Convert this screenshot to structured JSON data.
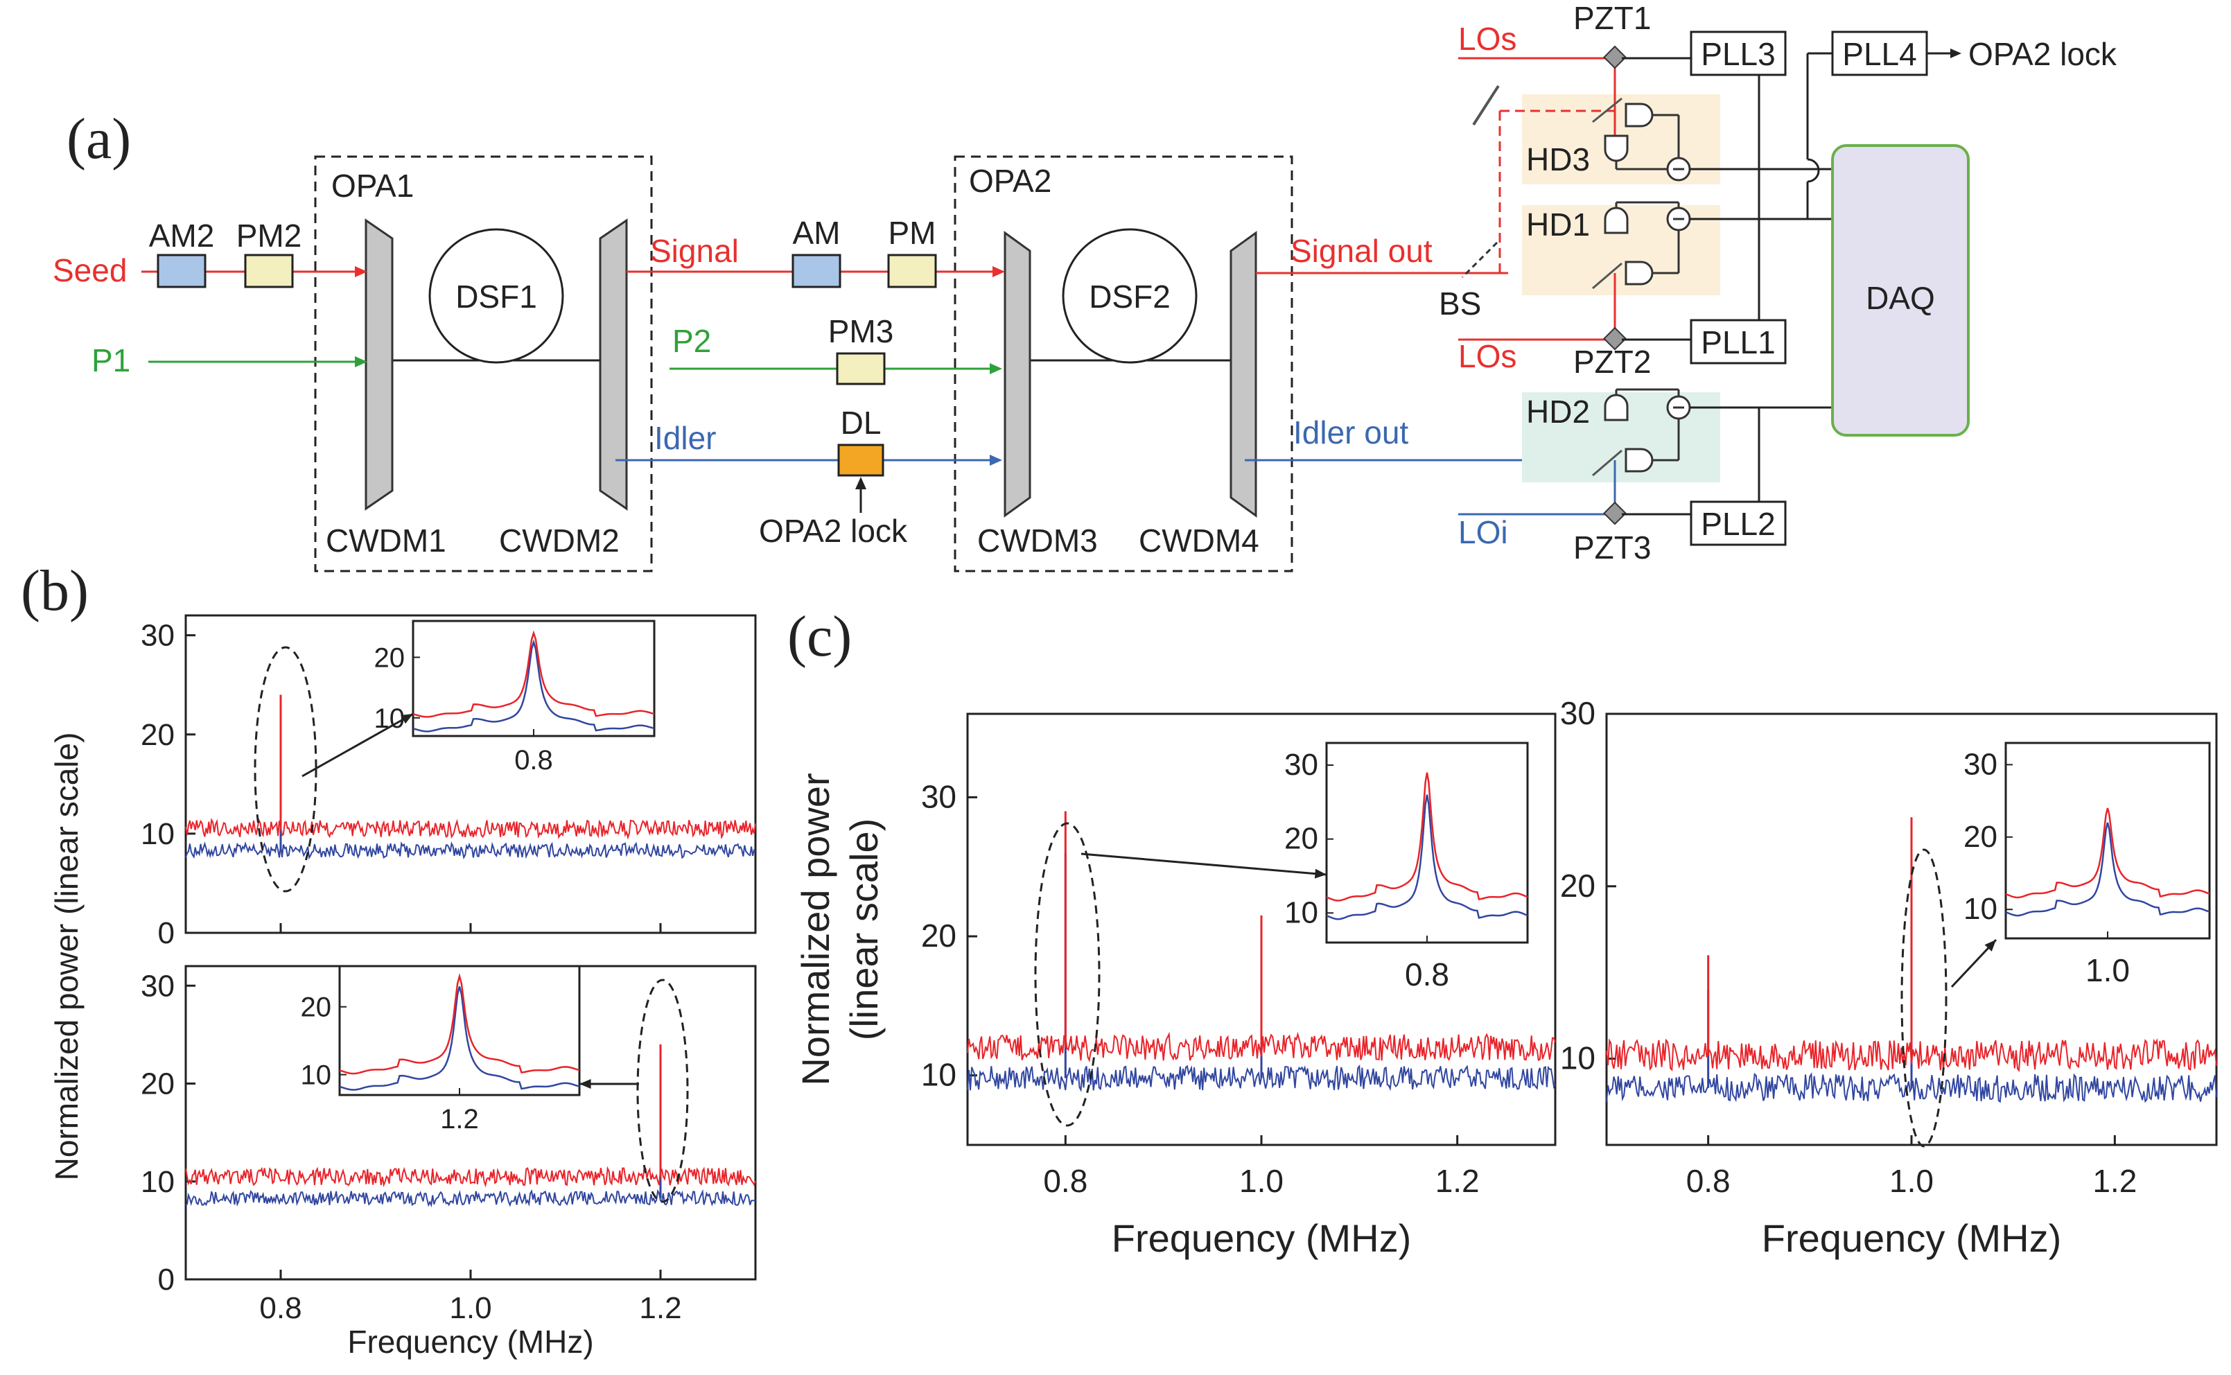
{
  "panels": {
    "a": "(a)",
    "b": "(b)",
    "c": "(c)"
  },
  "colors": {
    "red": "#e8302e",
    "green": "#2ea23a",
    "blue": "#3b68b0",
    "trace_red": "#e8242a",
    "trace_blue": "#3146a0",
    "am_fill": "#a9c5e8",
    "pm_fill": "#f3efbe",
    "dl_fill": "#f2a623",
    "daq_fill": "#e3e0f0",
    "daq_border": "#6ab04c",
    "hd_warm": "#fbefd9",
    "hd_cool": "#dff0ea"
  },
  "diagram": {
    "seed": "Seed",
    "p1": "P1",
    "am2": "AM2",
    "pm2": "PM2",
    "opa1": "OPA1",
    "dsf1": "DSF1",
    "cwdm1": "CWDM1",
    "cwdm2": "CWDM2",
    "signal": "Signal",
    "p2": "P2",
    "idler": "Idler",
    "am": "AM",
    "pm": "PM",
    "pm3": "PM3",
    "dl": "DL",
    "opa2_lock_bottom": "OPA2 lock",
    "opa2": "OPA2",
    "dsf2": "DSF2",
    "cwdm3": "CWDM3",
    "cwdm4": "CWDM4",
    "signal_out": "Signal out",
    "idler_out": "Idler out",
    "los_top": "LOs",
    "los_mid": "LOs",
    "loi": "LOi",
    "pzt1": "PZT1",
    "pzt2": "PZT2",
    "pzt3": "PZT3",
    "pll1": "PLL1",
    "pll2": "PLL2",
    "pll3": "PLL3",
    "pll4": "PLL4",
    "opa2_lock_right": "OPA2 lock",
    "hd1": "HD1",
    "hd2": "HD2",
    "hd3": "HD3",
    "bs": "BS",
    "daq": "DAQ"
  },
  "chart_data": [
    {
      "id": "b-top",
      "type": "line",
      "xlim": [
        0.7,
        1.3
      ],
      "ylim": [
        0,
        32
      ],
      "xticks": [],
      "yticks": [
        "0",
        "10",
        "20",
        "30"
      ],
      "series": [
        {
          "color": "red",
          "baseline": 10.5,
          "noise": 0.55,
          "peaks": [
            {
              "x": 0.8,
              "y": 24
            }
          ]
        },
        {
          "color": "blue",
          "baseline": 8.3,
          "noise": 0.45,
          "peaks": [
            {
              "x": 0.8,
              "y": 22.5
            }
          ]
        }
      ],
      "inset": {
        "center": 0.8,
        "ticks": [
          "10",
          "20"
        ],
        "xtick": "0.8",
        "ylim": [
          7,
          26
        ],
        "red_peak": 24,
        "blue_peak": 22.5,
        "red_base": 11,
        "blue_base": 8.6
      }
    },
    {
      "id": "b-bottom",
      "type": "line",
      "xlim": [
        0.7,
        1.3
      ],
      "ylim": [
        0,
        32
      ],
      "xticks": [
        "0.8",
        "1.0",
        "1.2"
      ],
      "yticks": [
        "0",
        "10",
        "20",
        "30"
      ],
      "xlabel": "Frequency (MHz)",
      "series": [
        {
          "color": "red",
          "baseline": 10.5,
          "noise": 0.55,
          "peaks": [
            {
              "x": 1.2,
              "y": 24
            }
          ]
        },
        {
          "color": "blue",
          "baseline": 8.3,
          "noise": 0.45,
          "peaks": [
            {
              "x": 1.2,
              "y": 22.5
            }
          ]
        }
      ],
      "inset": {
        "center": 1.2,
        "ticks": [
          "10",
          "20"
        ],
        "xtick": "1.2",
        "ylim": [
          7,
          26
        ],
        "red_peak": 24.5,
        "blue_peak": 23,
        "red_base": 11,
        "blue_base": 8.6
      }
    },
    {
      "id": "c-left",
      "type": "line",
      "xlim": [
        0.7,
        1.3
      ],
      "ylim": [
        5,
        36
      ],
      "xticks": [
        "0.8",
        "1.0",
        "1.2"
      ],
      "yticks": [
        "10",
        "20",
        "30"
      ],
      "xlabel": "Frequency (MHz)",
      "ylabel": [
        "Normalized power",
        "(linear scale)"
      ],
      "series": [
        {
          "color": "red",
          "baseline": 12,
          "noise": 0.6,
          "peaks": [
            {
              "x": 0.8,
              "y": 29
            },
            {
              "x": 1.0,
              "y": 21.5
            }
          ]
        },
        {
          "color": "blue",
          "baseline": 9.8,
          "noise": 0.55,
          "peaks": [
            {
              "x": 0.8,
              "y": 26
            },
            {
              "x": 1.0,
              "y": 19.5
            }
          ]
        }
      ],
      "inset": {
        "center": 0.8,
        "ticks": [
          "10",
          "20",
          "30"
        ],
        "xtick": "0.8",
        "ylim": [
          6,
          33
        ],
        "red_peak": 29,
        "blue_peak": 26,
        "red_base": 12.5,
        "blue_base": 10
      }
    },
    {
      "id": "c-right",
      "type": "line",
      "xlim": [
        0.7,
        1.3
      ],
      "ylim": [
        5,
        30
      ],
      "xticks": [
        "0.8",
        "1.0",
        "1.2"
      ],
      "yticks": [
        "10",
        "20",
        "30"
      ],
      "xlabel": "Frequency (MHz)",
      "series": [
        {
          "color": "red",
          "baseline": 10.2,
          "noise": 0.55,
          "peaks": [
            {
              "x": 0.8,
              "y": 16
            },
            {
              "x": 1.0,
              "y": 24
            }
          ]
        },
        {
          "color": "blue",
          "baseline": 8.3,
          "noise": 0.5,
          "peaks": [
            {
              "x": 0.8,
              "y": 14
            },
            {
              "x": 1.0,
              "y": 22
            }
          ]
        }
      ],
      "inset": {
        "center": 1.0,
        "ticks": [
          "10",
          "20",
          "30"
        ],
        "xtick": "1.0",
        "ylim": [
          6,
          33
        ],
        "red_peak": 24,
        "blue_peak": 22,
        "red_base": 12.5,
        "blue_base": 10
      }
    }
  ],
  "shared_ylabel_b": "Normalized power (linear scale)"
}
